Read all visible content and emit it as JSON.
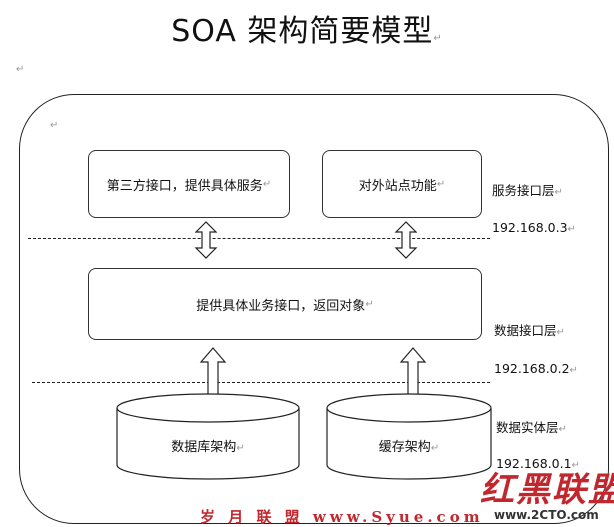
{
  "diagram": {
    "title": "SOA 架构简要模型",
    "boxes": {
      "third_party": "第三方接口，提供具体服务",
      "external_site": "对外站点功能",
      "business_interface": "提供具体业务接口，返回对象",
      "database": "数据库架构",
      "cache": "缓存架构"
    },
    "layers": {
      "service_interface": "服务接口层",
      "data_interface": "数据接口层",
      "data_entity": "数据实体层"
    },
    "ips": {
      "ip1": "192.168.0.3",
      "ip2": "192.168.0.2",
      "ip3": "192.168.0.1"
    },
    "paragraph_mark": "↵"
  },
  "watermarks": {
    "left_text": "岁 月 联 盟  www.Syue.com",
    "right_brand": "红黑联盟",
    "right_url": "www.2CTO.com"
  }
}
